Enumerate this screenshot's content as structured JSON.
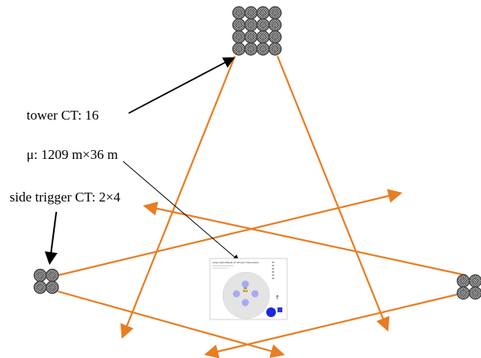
{
  "labels": {
    "tower": "tower CT: 16",
    "muon": "μ: 1209 m×36 m",
    "side_trigger": "side trigger CT: 2×4"
  },
  "map_thumbnail": {
    "title": "Large High Altitude Air Shower Observatory"
  },
  "colors": {
    "beam": "#e87d22",
    "telescope_fill": "#9a9a9a",
    "telescope_dark": "#3a3a3a",
    "arrow": "#000000",
    "array_disk": "#e4e4e4",
    "pond": "#a8aaf0",
    "big_pond": "#1a28e0"
  }
}
